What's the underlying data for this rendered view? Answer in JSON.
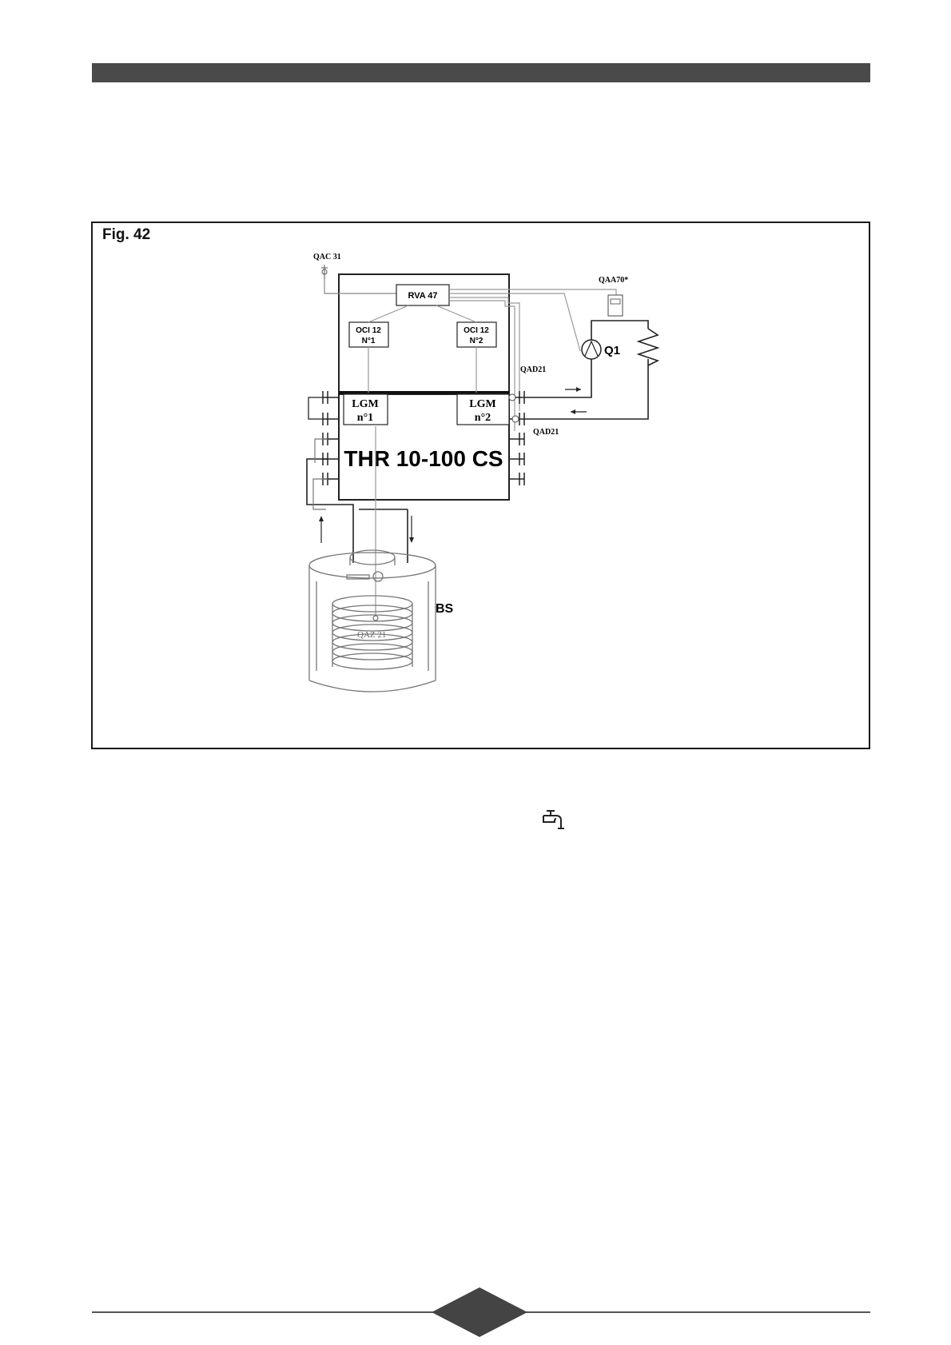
{
  "figure": {
    "label": "Fig. 42",
    "labels": {
      "qac": "QAC 31",
      "qaa": "QAA70*",
      "rva": "RVA 47",
      "oci1_line1": "OCI 12",
      "oci1_line2": "N°1",
      "oci2_line1": "OCI 12",
      "oci2_line2": "N°2",
      "qad_top": "QAD21",
      "qad_bottom": "QAD21",
      "lgm1_line1": "LGM",
      "lgm1_line2": "n°1",
      "lgm2_line1": "LGM",
      "lgm2_line2": "n°2",
      "boiler": "THR 10-100 CS",
      "pump": "Q1",
      "tank": "BS",
      "qaz": "QAZ 21"
    }
  },
  "icons": {
    "tap": "tap-icon"
  }
}
